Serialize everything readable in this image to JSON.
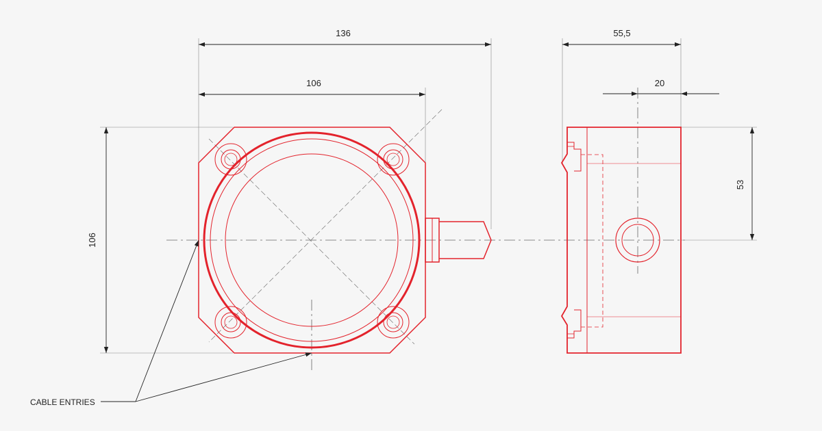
{
  "dimensions": {
    "overall_width": "136",
    "body_width": "106",
    "body_height": "106",
    "side_depth": "55,5",
    "offset": "20",
    "half_height": "53"
  },
  "callout": {
    "label": "CABLE ENTRIES"
  },
  "colors": {
    "outline": "#e3232c",
    "dimension": "#222222",
    "background": "#f6f6f6"
  }
}
